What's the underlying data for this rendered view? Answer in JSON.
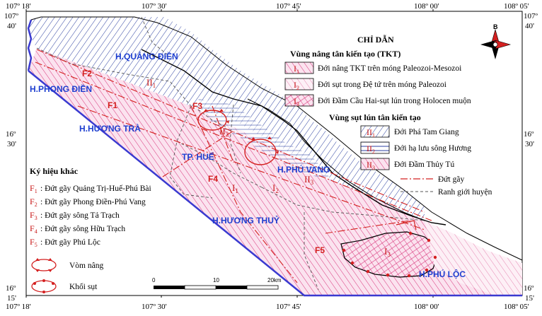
{
  "legend": {
    "title": "CHỈ DẪN",
    "uplift_heading": "Vùng nâng tân kiến tạo (TKT)",
    "uplift_items": [
      {
        "code": "I1",
        "label": "Đới nâng TKT trên móng Paleozoi-Mesozoi"
      },
      {
        "code": "I2",
        "label": "Đới sụt trong Đệ tứ trên móng Paleozoi"
      },
      {
        "code": "I3",
        "label": "Đới Đầm Cầu Hai-sụt lún trong Holocen muộn"
      }
    ],
    "subsidence_heading": "Vùng sụt lún tân kiến tạo",
    "subsidence_items": [
      {
        "code": "II1",
        "label": "Đới Phá Tam Giang"
      },
      {
        "code": "II2",
        "label": "Đới hạ lưu sông Hương"
      },
      {
        "code": "II3",
        "label": "Đới Đầm Thủy Tú"
      }
    ],
    "fault_label": "Đứt gãy",
    "boundary_label": "Ranh giới huyện"
  },
  "other_symbols": {
    "heading": "Ký hiệu khác",
    "faults": [
      {
        "code": "F1",
        "label": ": Đứt gãy Quảng Trị-Huế-Phú Bài"
      },
      {
        "code": "F2",
        "label": ": Đứt gãy Phong Điền-Phú Vang"
      },
      {
        "code": "F3",
        "label": ": Đứt gãy sông Tả Trạch"
      },
      {
        "code": "F4",
        "label": ": Đứt gãy sông Hữu Trạch"
      },
      {
        "code": "F5",
        "label": ": Đứt gãy Phú Lộc"
      }
    ],
    "dome_label": "Vòm nâng",
    "block_label": "Khối sụt"
  },
  "districts": {
    "quang_dien": "H.QUẢNG ĐIỀN",
    "phong_dien": "H.PHONG ĐIỀN",
    "huong_tra": "H.HƯƠNG TRÀ",
    "hue": "TP. HUẾ",
    "phu_vang": "H.PHÚ VANG",
    "huong_thuy": "H.HƯƠNG THUỶ",
    "phu_loc": "H.PHÚ LỘC"
  },
  "zone_labels": {
    "II1": "II",
    "II1_sub": "1",
    "II2": "II",
    "II2_sub": "2",
    "II3": "II",
    "II3_sub": "3",
    "I1": "I",
    "I1_sub": "1",
    "I2": "I",
    "I2_sub": "2",
    "I3": "I",
    "I3_sub": "3"
  },
  "fault_map_labels": {
    "F1": "F1",
    "F2": "F2",
    "F3": "F3",
    "F4": "F4",
    "F5": "F5"
  },
  "coords": {
    "lon_top": [
      "107º 18'",
      "107º 30'",
      "107º 45'",
      "108º 00'",
      "108º 05'"
    ],
    "lon_bottom": [
      "107º 18'",
      "107º 30'",
      "107º 45'",
      "108º 00'",
      "108º 05'"
    ],
    "lat_left": [
      "107º",
      "40'",
      "16º",
      "30'",
      "16º",
      "15'"
    ],
    "lat_right": [
      "107º",
      "40'",
      "16º",
      "30'",
      "16º",
      "15'"
    ]
  },
  "scale": {
    "ticks": [
      "0",
      "10",
      "20km"
    ]
  },
  "north_label": "B",
  "colors": {
    "subsidence_hatch": "#2b3fa0",
    "uplift_hatch": "#d8327a",
    "uplift_fill": "#fbe3ef",
    "fault": "#d42020",
    "district_label": "#1e3fd0",
    "coast": "#3a3ad0"
  }
}
